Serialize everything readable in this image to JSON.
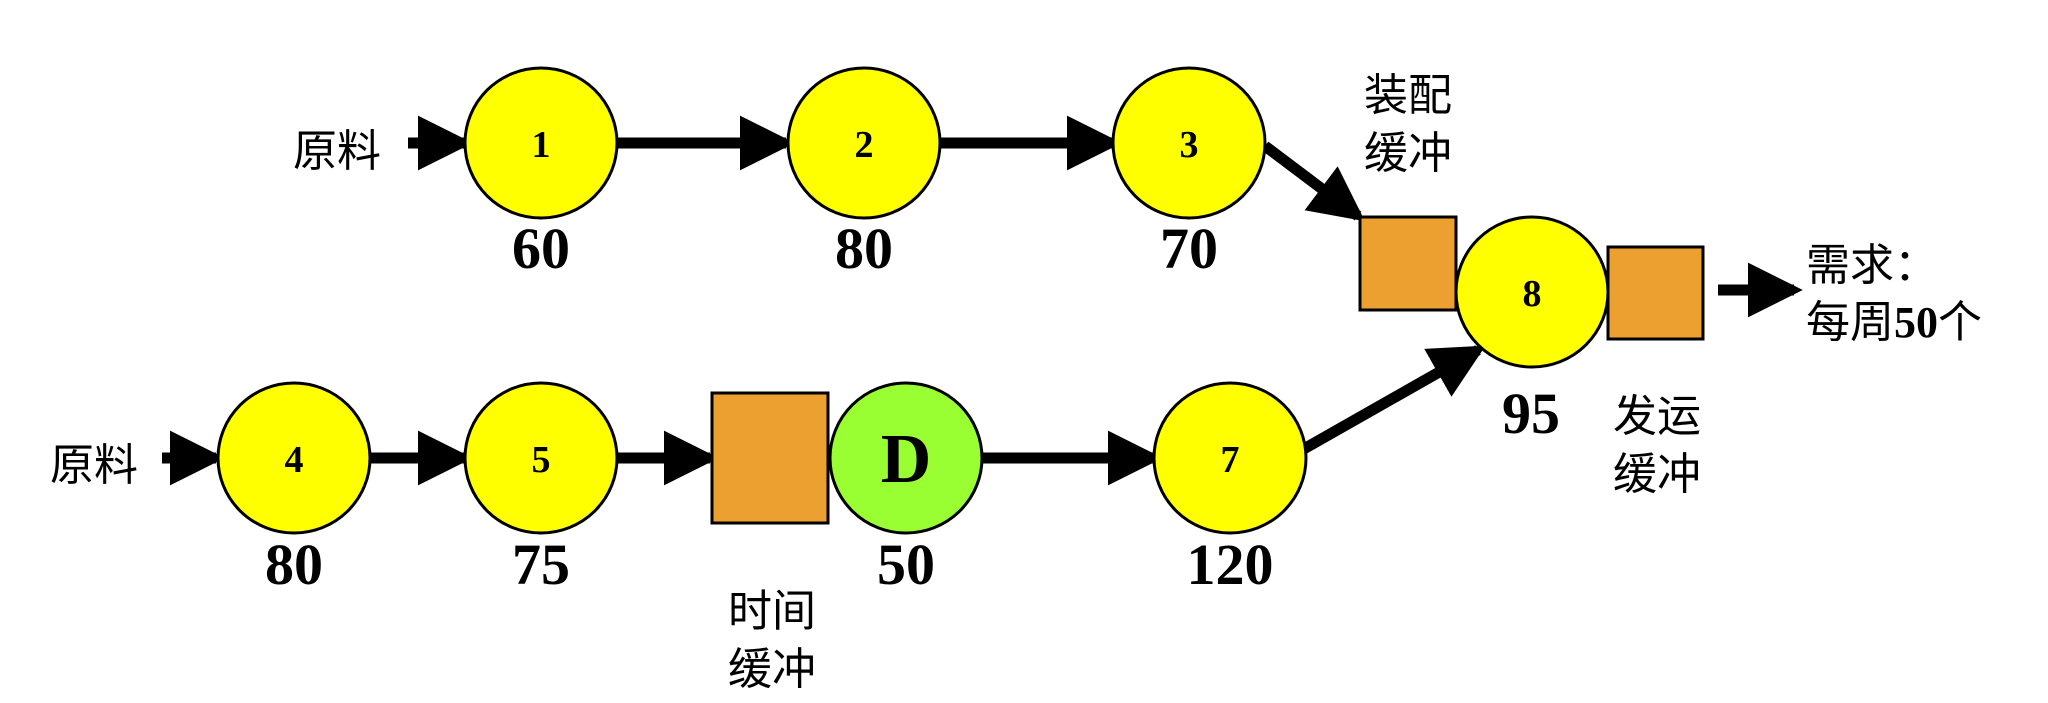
{
  "colors": {
    "station": "#FFFF00",
    "drum": "#99FF33",
    "buffer": "#EBA030",
    "stroke": "#000000"
  },
  "raw_material_label": "原料",
  "stations": [
    {
      "id": "1",
      "label": "1",
      "capacity": "60"
    },
    {
      "id": "2",
      "label": "2",
      "capacity": "80"
    },
    {
      "id": "3",
      "label": "3",
      "capacity": "70"
    },
    {
      "id": "4",
      "label": "4",
      "capacity": "80"
    },
    {
      "id": "5",
      "label": "5",
      "capacity": "75"
    },
    {
      "id": "D",
      "label": "D",
      "capacity": "50"
    },
    {
      "id": "7",
      "label": "7",
      "capacity": "120"
    },
    {
      "id": "8",
      "label": "8",
      "capacity": "95"
    }
  ],
  "buffers": {
    "assembly": {
      "line1": "装配",
      "line2": "缓冲"
    },
    "time": {
      "line1": "时间",
      "line2": "缓冲"
    },
    "shipping": {
      "line1": "发运",
      "line2": "缓冲"
    }
  },
  "demand": {
    "line1": "需求：",
    "line2_prefix": "每周",
    "line2_number": "50",
    "line2_suffix": "个"
  }
}
